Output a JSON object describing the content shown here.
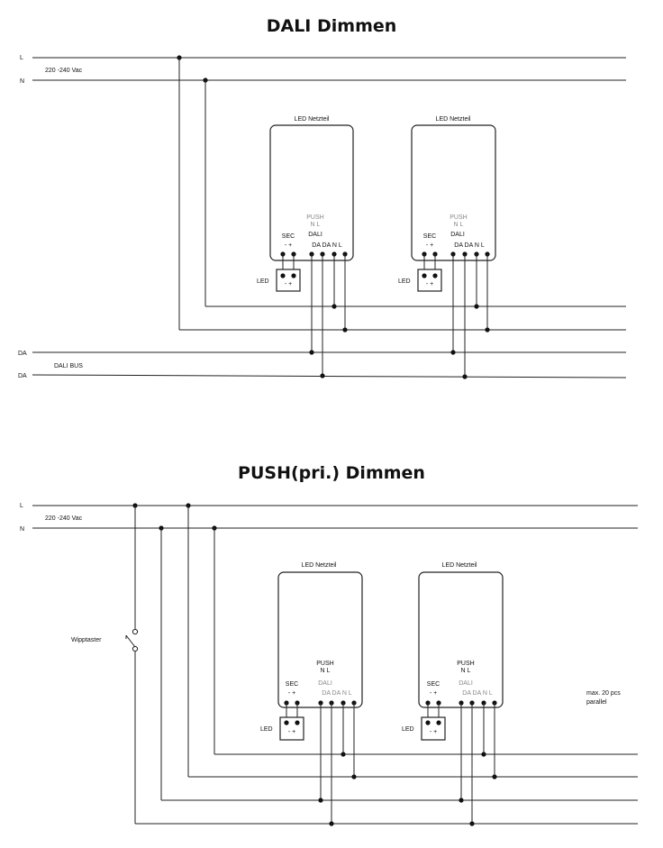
{
  "dali_diagram": {
    "title": "DALI Dimmen",
    "line_L": "L",
    "line_N": "N",
    "voltage": "220 -240 Vac",
    "bus_DA1": "DA",
    "bus_DA2": "DA",
    "bus_label": "DALI BUS",
    "drivers": [
      {
        "name": "LED Netzteil",
        "push": "PUSH",
        "push_nl": "N   L",
        "sec": "SEC",
        "sec_pm": "-   +",
        "dali": "DALI",
        "terminals": "DA  DA   N    L",
        "led": "LED",
        "led_pm": "-   +"
      },
      {
        "name": "LED Netzteil",
        "push": "PUSH",
        "push_nl": "N   L",
        "sec": "SEC",
        "sec_pm": "-   +",
        "dali": "DALI",
        "terminals": "DA  DA   N    L",
        "led": "LED",
        "led_pm": "-   +"
      }
    ]
  },
  "push_diagram": {
    "title": "PUSH(pri.) Dimmen",
    "line_L": "L",
    "line_N": "N",
    "voltage": "220 -240 Vac",
    "switch_label": "Wipptaster",
    "note_line1": "max. 20 pcs",
    "note_line2": "parallel",
    "drivers": [
      {
        "name": "LED Netzteil",
        "push": "PUSH",
        "push_nl": "N   L",
        "sec": "SEC",
        "sec_pm": "-   +",
        "dali": "DALI",
        "terminals": "DA  DA   N    L",
        "led": "LED",
        "led_pm": "-   +"
      },
      {
        "name": "LED Netzteil",
        "push": "PUSH",
        "push_nl": "N   L",
        "sec": "SEC",
        "sec_pm": "-   +",
        "dali": "DALI",
        "terminals": "DA  DA   N    L",
        "led": "LED",
        "led_pm": "-   +"
      }
    ]
  }
}
